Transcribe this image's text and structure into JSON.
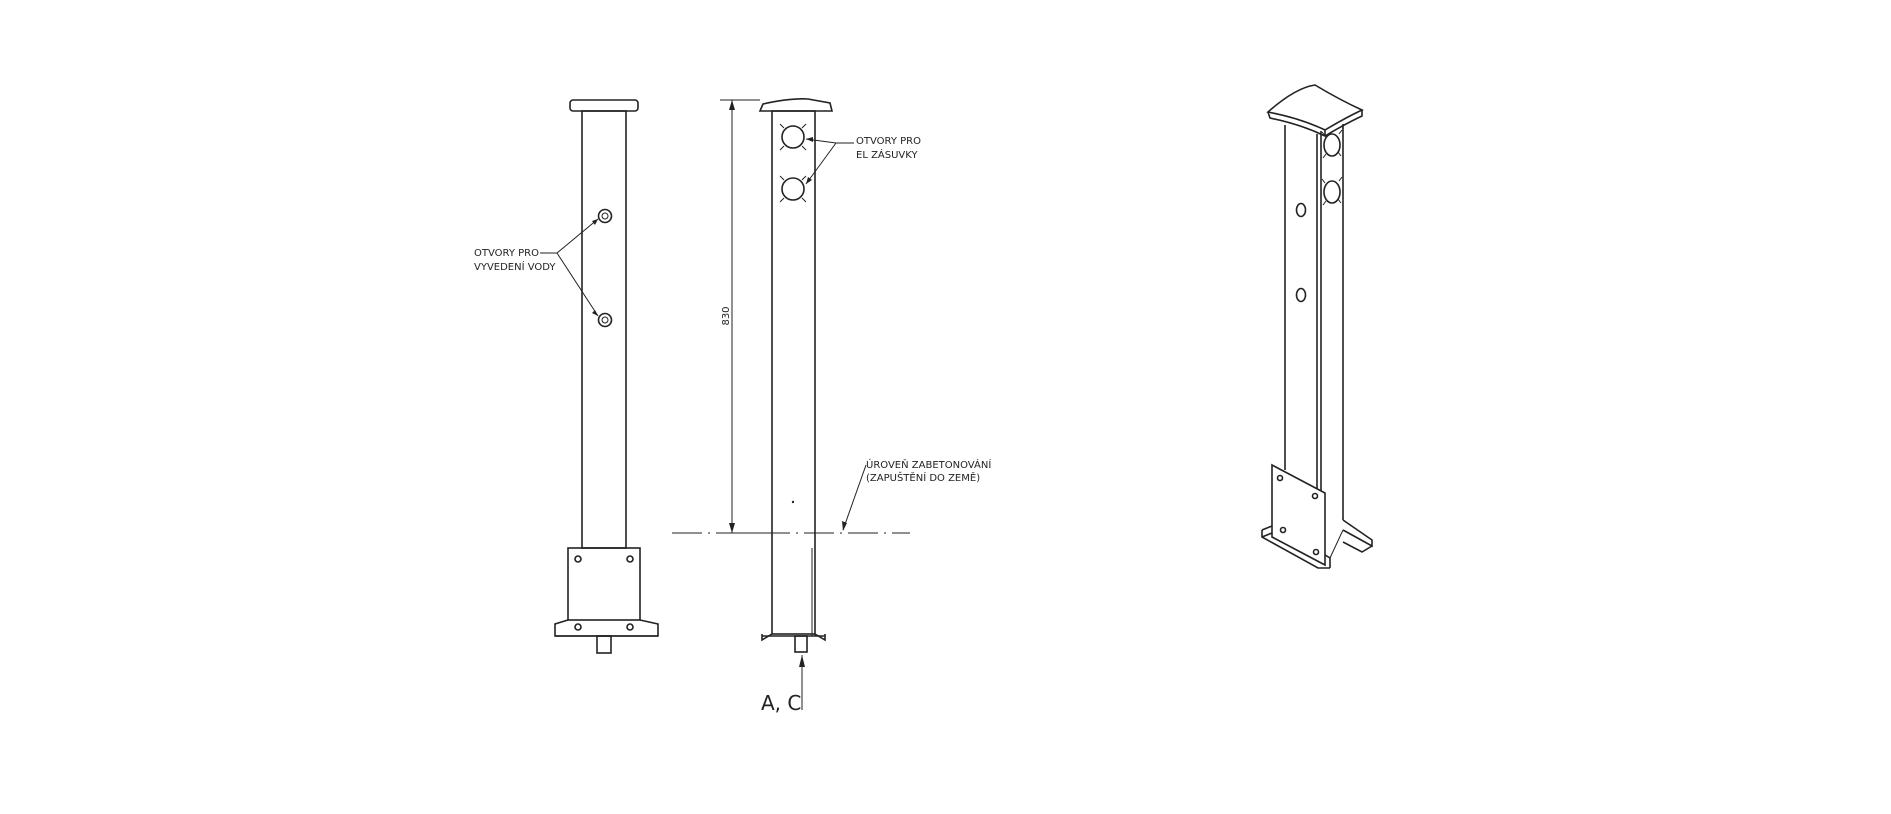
{
  "labels": {
    "water_outlets": [
      "OTVORY PRO",
      "VYVEDENÍ VODY"
    ],
    "socket_holes": [
      "OTVORY PRO",
      "EL ZÁSUVKY"
    ],
    "concrete_level": [
      "ÚROVEŇ ZABETONOVÁNÍ",
      "(ZAPUŠTĚNÍ DO ZEMĚ)"
    ],
    "dimension": "830",
    "section_ref": "A, C"
  },
  "colors": {
    "line": "#222222",
    "background": "#ffffff"
  }
}
